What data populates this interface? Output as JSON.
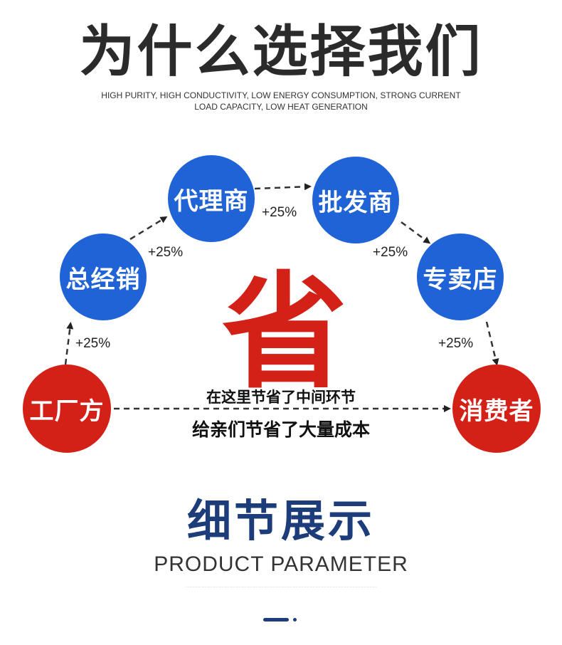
{
  "header": {
    "title": "为什么选择我们",
    "subtitle_line1": "HIGH PURITY, HIGH CONDUCTIVITY, LOW ENERGY CONSUMPTION, STRONG CURRENT",
    "subtitle_line2": "LOAD CAPACITY, LOW HEAT GENERATION"
  },
  "flow": {
    "nodes": {
      "factory": "工厂方",
      "distributor": "总经销",
      "agent": "代理商",
      "wholesaler": "批发商",
      "store": "专卖店",
      "consumer": "消费者"
    },
    "markups": {
      "m1": "+25%",
      "m2": "+25%",
      "m3": "+25%",
      "m4": "+25%",
      "m5": "+25%"
    },
    "center_char": "省",
    "center_line1": "在这里节省了中间环节",
    "center_line2": "给亲们节省了大量成本"
  },
  "detail": {
    "title": "细节展示",
    "subtitle": "PRODUCT PARAMETER"
  },
  "colors": {
    "node_blue": "#1f63d6",
    "node_red": "#d32118",
    "accent_navy": "#1c3d7a"
  }
}
